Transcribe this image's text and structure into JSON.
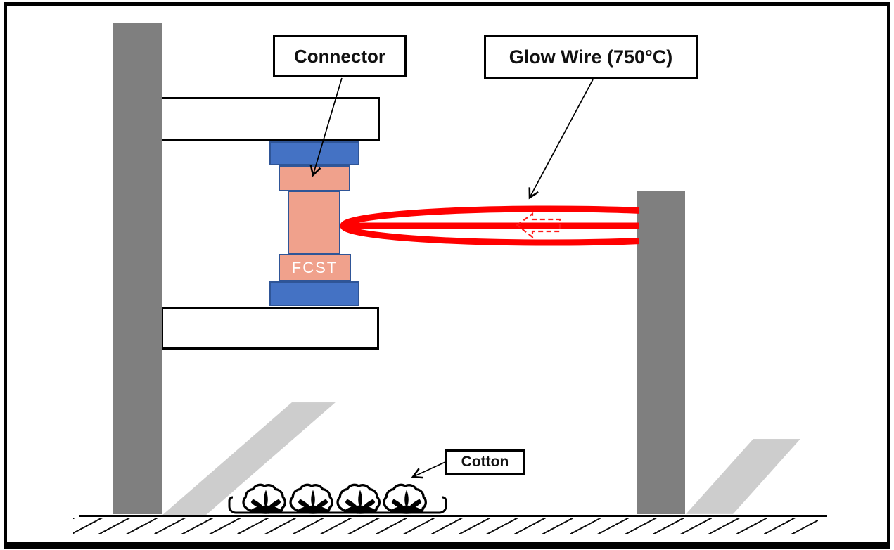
{
  "labels": {
    "connector": "Connector",
    "glow_wire": "Glow Wire (750°C)",
    "cotton": "Cotton",
    "specimen": "FCST"
  },
  "colors": {
    "wire_red": "#FF0000",
    "post_gray": "#7F7F7F",
    "cap_blue": "#4472C4",
    "blue_border": "#2F5597",
    "specimen_salmon": "#F0A18C",
    "shadow_gray": "#CDCDCD",
    "outline_black": "#000000",
    "label_text": "#111111",
    "fcst_text": "#FFFFFF"
  }
}
